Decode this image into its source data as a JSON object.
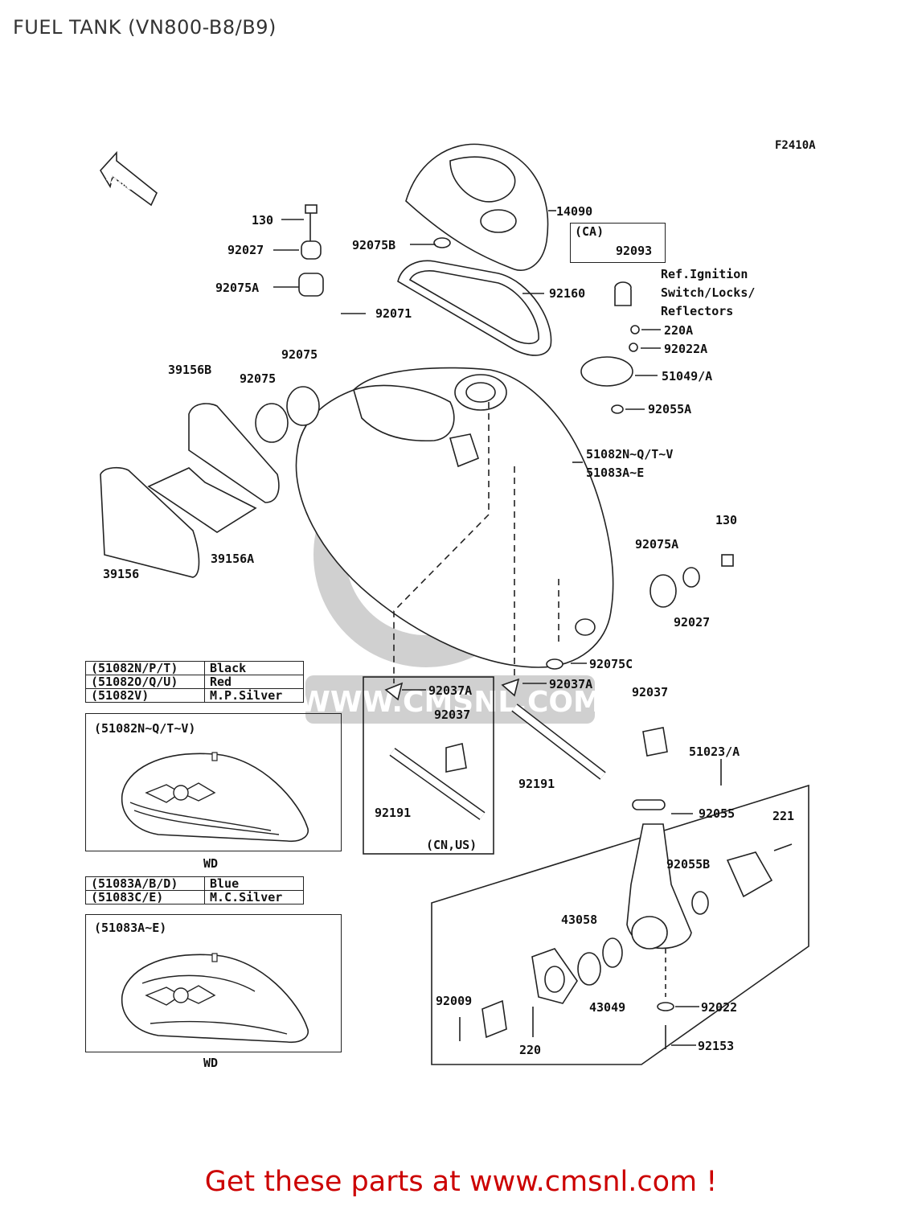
{
  "title": "FUEL TANK (VN800-B8/B9)",
  "figure_code": "F2410A",
  "front_label": "FRONT",
  "watermark": "WWW.CMSNL.COM",
  "footer": "Get these parts at www.cmsnl.com !",
  "parts": {
    "p130a": "130",
    "p92027a": "92027",
    "p92075Aa": "92075A",
    "p92071": "92071",
    "p92075B": "92075B",
    "p14090": "14090",
    "pCA": "(CA)",
    "p92093": "92093",
    "p92160": "92160",
    "ref1": "Ref.Ignition",
    "ref2": "Switch/Locks/",
    "ref3": "Reflectors",
    "p220A": "220A",
    "p92022A": "92022A",
    "p51049": "51049/A",
    "p92055A": "92055A",
    "p39156B": "39156B",
    "p92075a": "92075",
    "p92075b": "92075",
    "p51082": "51082N~Q/T~V",
    "p51083": "51083A~E",
    "p39156": "39156",
    "p39156A": "39156A",
    "p130b": "130",
    "p92075Ab": "92075A",
    "p92027b": "92027",
    "p92075C": "92075C",
    "p92037Aa": "92037A",
    "p92037Ab": "92037A",
    "p92037a": "92037",
    "p92037b": "92037",
    "p92191a": "92191",
    "p92191b": "92191",
    "pCNUS": "(CN,US)",
    "p51023": "51023/A",
    "p92055": "92055",
    "p221": "221",
    "p92055B": "92055B",
    "p43058": "43058",
    "p43049": "43049",
    "p92009": "92009",
    "p220": "220",
    "p92022": "92022",
    "p92153": "92153"
  },
  "color_table_1": [
    [
      "(51082N/P/T)",
      "Black"
    ],
    [
      "(51082O/Q/U)",
      "Red"
    ],
    [
      "(51082V)",
      "M.P.Silver"
    ]
  ],
  "color_table_2": [
    [
      "(51083A/B/D)",
      "Blue"
    ],
    [
      "(51083C/E)",
      "M.C.Silver"
    ]
  ],
  "inset1": {
    "title": "(51082N~Q/T~V)",
    "caption": "WD"
  },
  "inset2": {
    "title": "(51083A~E)",
    "caption": "WD"
  }
}
